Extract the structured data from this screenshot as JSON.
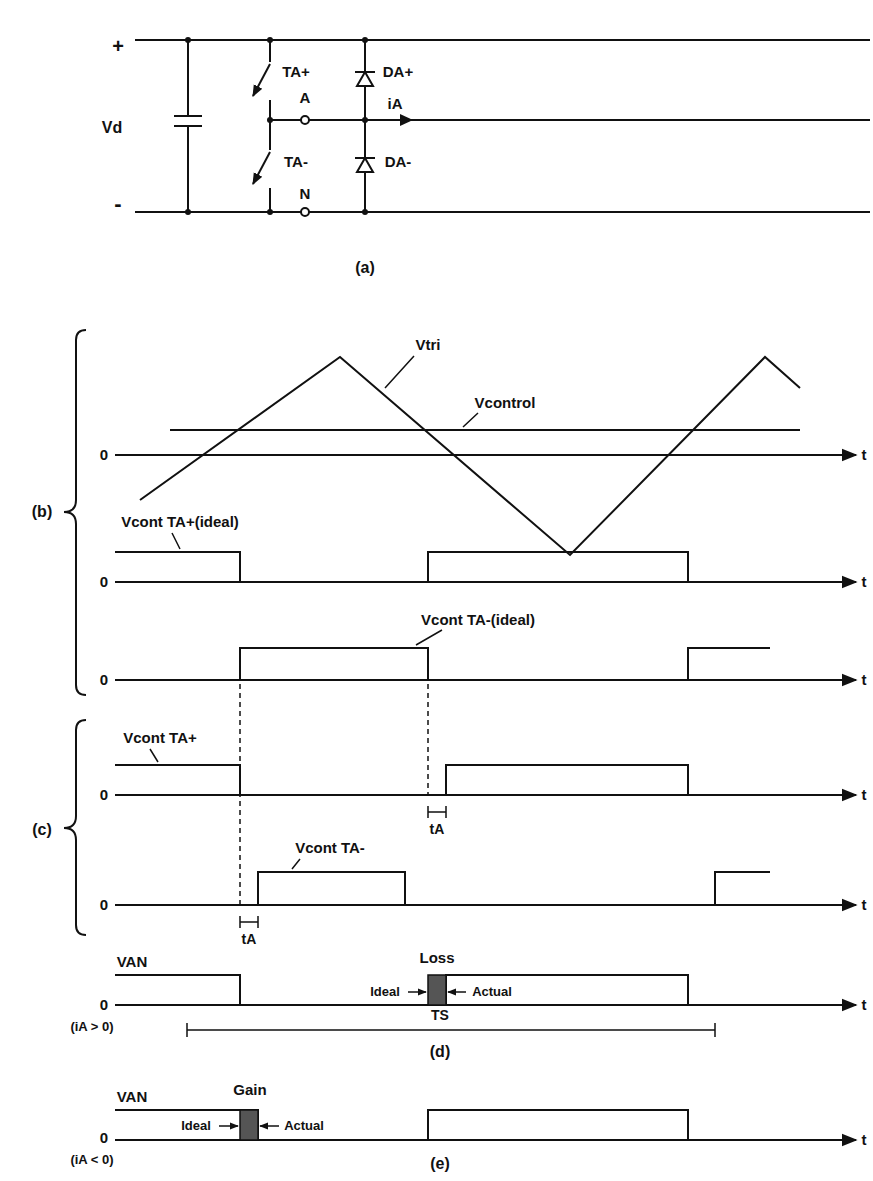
{
  "diagram": {
    "labels": [
      "+",
      "Vd",
      "-",
      "TA+",
      "A",
      "DA+",
      "iA",
      "TA-",
      "N",
      "DA-",
      "(a)",
      "Vtri",
      "Vcontrol",
      "0",
      "t",
      "(b)",
      "Vcont TA+(ideal)",
      "0",
      "t",
      "Vcont TA-(ideal)",
      "0",
      "t",
      "Vcont TA+",
      "0",
      "t",
      "tA",
      "(c)",
      "Vcont TA-",
      "0",
      "t",
      "tA",
      "Loss",
      "VAN",
      "Ideal",
      "Actual",
      "0",
      "t",
      "(iA > 0)",
      "TS",
      "(d)",
      "Gain",
      "VAN",
      "Ideal",
      "Actual",
      "0",
      "(iA < 0)",
      "t",
      "(e)"
    ]
  }
}
